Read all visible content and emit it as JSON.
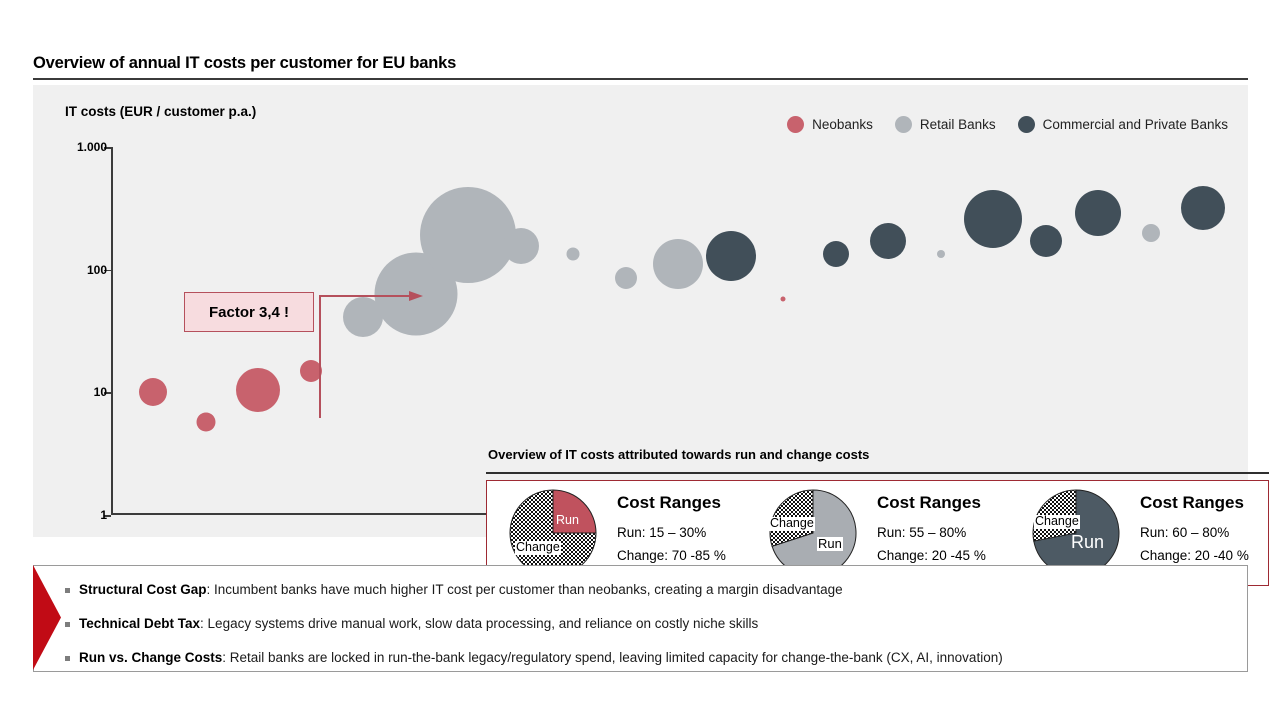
{
  "title": "Overview of annual IT costs per customer for EU banks",
  "chart_panel": {
    "y_axis_title": "IT costs (EUR / customer p.a.)",
    "legend": [
      {
        "label": "Neobanks",
        "color": "#c8626d",
        "icon": "legend-dot-neobanks"
      },
      {
        "label": "Retail Banks",
        "color": "#b0b5ba",
        "icon": "legend-dot-retail-banks"
      },
      {
        "label": "Commercial and Private Banks",
        "color": "#414f59",
        "icon": "legend-dot-commercial-private-banks"
      }
    ],
    "callout": {
      "text": "Factor 3,4 !",
      "border_color": "#b5505c",
      "fill_color": "#f7dcdf"
    }
  },
  "chart_data": {
    "type": "scatter",
    "title": "Overview of annual IT costs per customer for EU banks",
    "xlabel": "",
    "ylabel": "IT costs (EUR / customer p.a.)",
    "yscale": "log",
    "ylim": [
      1,
      1000
    ],
    "ytick_labels": [
      "1.000",
      "100",
      "10",
      "1"
    ],
    "ytick_values": [
      1000,
      100,
      10,
      1
    ],
    "grid": false,
    "legend_position": "top-right",
    "annotations": [
      {
        "text": "Factor 3,4 !",
        "type": "callout-with-arrow"
      }
    ],
    "series": [
      {
        "name": "Neobanks",
        "color": "#c8626d",
        "points": [
          {
            "x": 1,
            "y": 10,
            "size": 28
          },
          {
            "x": 2,
            "y": 5.7,
            "size": 19
          },
          {
            "x": 3,
            "y": 10.5,
            "size": 44
          },
          {
            "x": 4,
            "y": 15,
            "size": 22
          },
          {
            "x": 13,
            "y": 58,
            "size": 5
          }
        ]
      },
      {
        "name": "Retail Banks",
        "color": "#b0b5ba",
        "points": [
          {
            "x": 5,
            "y": 41,
            "size": 40
          },
          {
            "x": 6,
            "y": 63,
            "size": 83
          },
          {
            "x": 7,
            "y": 190,
            "size": 96
          },
          {
            "x": 8,
            "y": 156,
            "size": 36
          },
          {
            "x": 9,
            "y": 133,
            "size": 13
          },
          {
            "x": 10,
            "y": 86,
            "size": 22
          },
          {
            "x": 11,
            "y": 112,
            "size": 50
          },
          {
            "x": 16,
            "y": 133,
            "size": 8
          },
          {
            "x": 20,
            "y": 200,
            "size": 18
          }
        ]
      },
      {
        "name": "Commercial and Private Banks",
        "color": "#414f59",
        "points": [
          {
            "x": 12,
            "y": 130,
            "size": 50
          },
          {
            "x": 14,
            "y": 135,
            "size": 26
          },
          {
            "x": 15,
            "y": 172,
            "size": 36
          },
          {
            "x": 17,
            "y": 260,
            "size": 58
          },
          {
            "x": 18,
            "y": 170,
            "size": 32
          },
          {
            "x": 19,
            "y": 290,
            "size": 46
          },
          {
            "x": 21,
            "y": 320,
            "size": 44
          }
        ]
      }
    ]
  },
  "inset": {
    "title": "Overview of IT costs attributed towards run and change costs",
    "border_color": "#9e2a33",
    "cards": [
      {
        "run_label": "Run",
        "change_label": "Change",
        "run_pct": 25,
        "change_pct": 75,
        "run_color": "#c0525e",
        "cost_title": "Cost Ranges",
        "run_range": "Run: 15 – 30%",
        "change_range": "Change: 70 -85 %"
      },
      {
        "run_label": "Run",
        "change_label": "Change",
        "run_pct": 70,
        "change_pct": 30,
        "run_color": "#a9adb2",
        "cost_title": "Cost Ranges",
        "run_range": "Run: 55 – 80%",
        "change_range": "Change: 20 -45 %"
      },
      {
        "run_label": "Run",
        "change_label": "Change",
        "run_pct": 72,
        "change_pct": 28,
        "run_color": "#4d5a64",
        "cost_title": "Cost Ranges",
        "run_range": "Run: 60 – 80%",
        "change_range": "Change: 20 -40 %"
      }
    ]
  },
  "takeaways": {
    "wedge_color": "#c10b15",
    "items": [
      {
        "lead": "Structural Cost Gap",
        "body": ": Incumbent banks have much higher IT cost per customer than neobanks, creating a margin disadvantage"
      },
      {
        "lead": "Technical Debt Tax",
        "body": ": Legacy systems drive manual work, slow data processing, and reliance on costly niche skills"
      },
      {
        "lead": "Run vs. Change Costs",
        "body": ": Retail banks are locked in run-the-bank legacy/regulatory spend, leaving limited capacity for change-the-bank (CX, AI, innovation)"
      }
    ]
  }
}
